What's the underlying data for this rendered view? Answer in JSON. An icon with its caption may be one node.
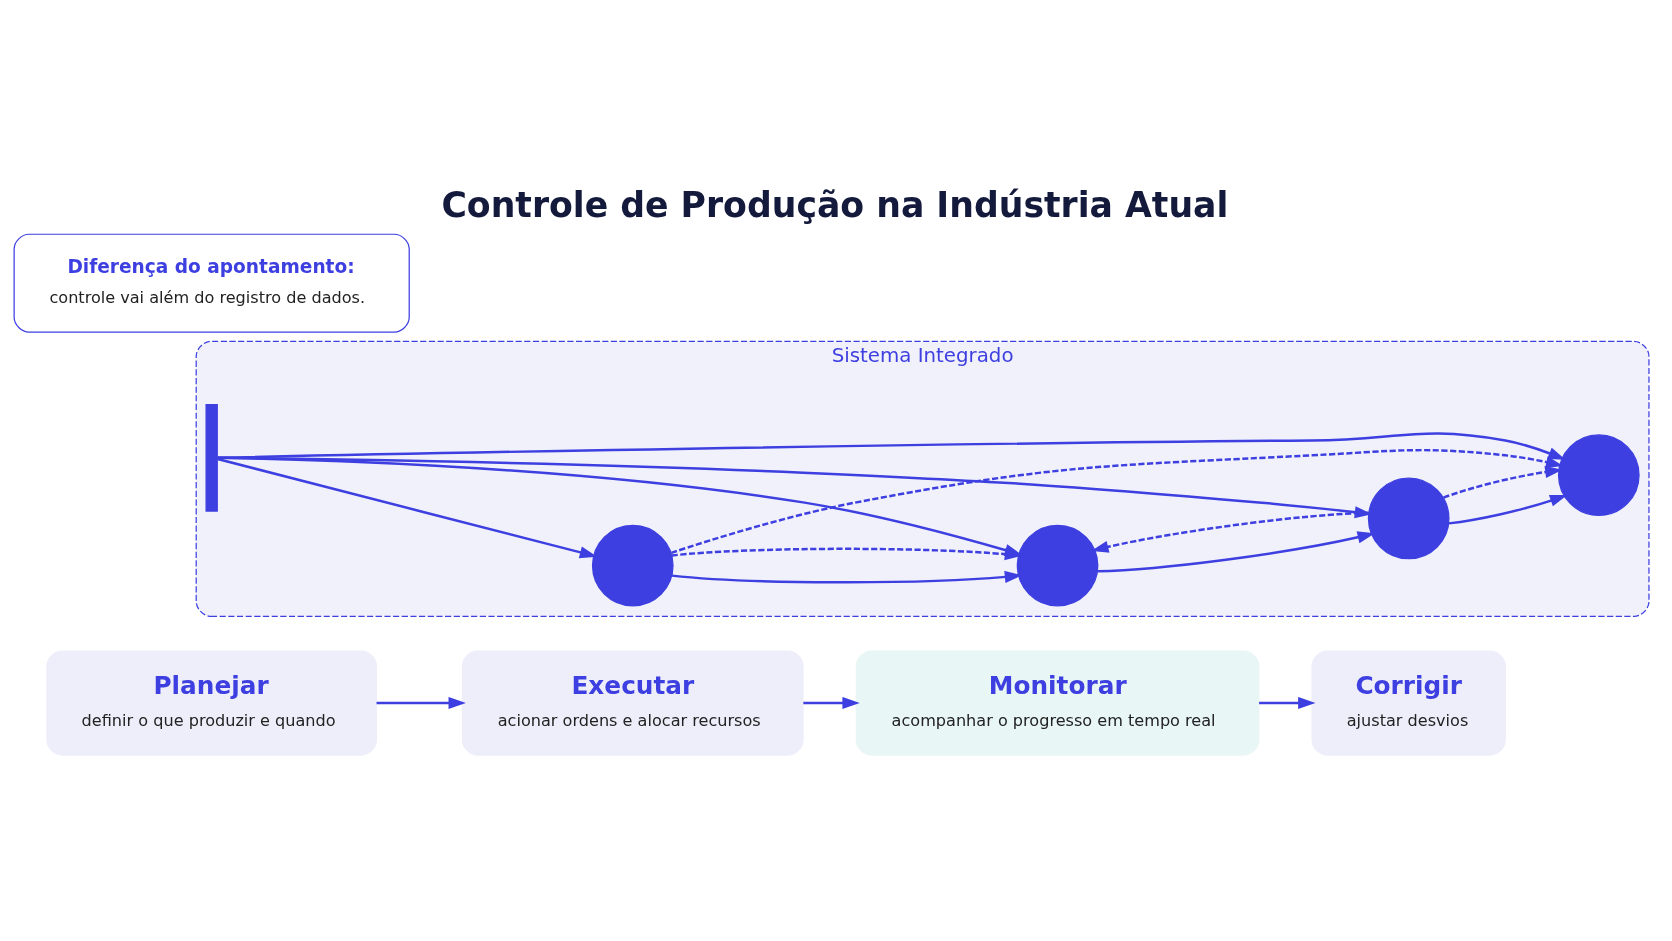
{
  "diagram": {
    "title": "Controle de Produção na Indústria Atual",
    "nodes": [
      {
        "text": [
          "Planejar",
          "definir o que produzir e quando"
        ]
      },
      {
        "text": [
          "Executar",
          "acionar ordens e alocar recursos"
        ]
      },
      {
        "text": [
          "Monitorar",
          "acompanhar o progresso em tempo real"
        ]
      },
      {
        "text": [
          "Corrigir",
          "ajustar desvios"
        ]
      },
      {
        "text": [
          "Sistema Integrado"
        ]
      },
      {
        "text": [],
        "shape": "circle",
        "in": 4
      },
      {
        "text": [],
        "shape": "circle",
        "in": 4
      },
      {
        "text": [],
        "shape": "circle",
        "in": 4
      },
      {
        "text": [],
        "shape": "circle",
        "in": 4
      },
      {
        "text": [],
        "shape": "bar",
        "in": 4
      },
      {
        "text": [
          "Diferença do apontamento:",
          "controle vai além do registro de dados."
        ]
      }
    ],
    "edges": [
      {
        "from": 0,
        "to": 1,
        "arrow": "to"
      },
      {
        "from": 1,
        "to": 2,
        "arrow": "to"
      },
      {
        "from": 2,
        "to": 3,
        "arrow": "to"
      },
      {
        "from": 5,
        "to": 6,
        "arrow": "to"
      },
      {
        "from": 6,
        "to": 7,
        "arrow": "to"
      },
      {
        "from": 7,
        "to": 8,
        "arrow": "to"
      },
      {
        "from": 5,
        "to": 6,
        "arrow": "to",
        "style": "dashed"
      },
      {
        "from": 5,
        "to": 8,
        "arrow": "to",
        "style": "dashed"
      },
      {
        "from": 7,
        "to": 6,
        "arrow": "to",
        "style": "dashed"
      },
      {
        "from": 7,
        "to": 8,
        "arrow": "to",
        "style": "dashed"
      },
      {
        "from": 9,
        "to": 5,
        "arrow": "to"
      },
      {
        "from": 9,
        "to": 6,
        "arrow": "to"
      },
      {
        "from": 9,
        "to": 7,
        "arrow": "to"
      },
      {
        "from": 9,
        "to": 8,
        "arrow": "to"
      }
    ]
  }
}
